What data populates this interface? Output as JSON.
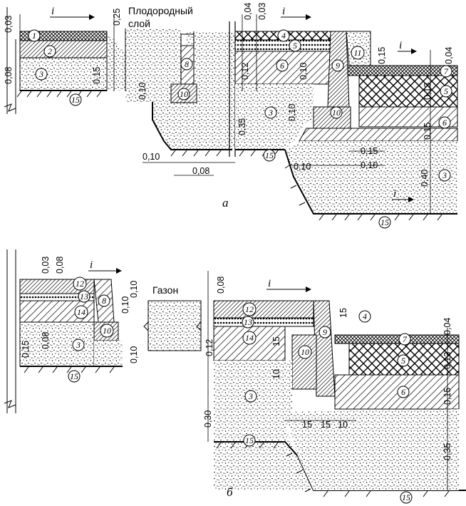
{
  "part_a": {
    "caption": "а",
    "texts": {
      "fertile_layer_line1": "Плодородный",
      "fertile_layer_line2": "слой"
    },
    "slope_label": "i",
    "dimensions": [
      "0,03",
      "0,08",
      "0,15",
      "0,25",
      "0,10",
      "0,10",
      "0,08",
      "0,04",
      "0,03",
      "0,12",
      "0,10",
      "0,35",
      "0,10",
      "0,15",
      "0,04",
      "0,13",
      "0,15",
      "0,40",
      "0,10",
      "0,15",
      "0,10"
    ],
    "callouts": [
      "1",
      "2",
      "3",
      "15",
      "8",
      "10",
      "4",
      "5",
      "6",
      "3",
      "9",
      "10",
      "15",
      "11",
      "7",
      "5",
      "6",
      "3",
      "15"
    ]
  },
  "part_b": {
    "caption": "б",
    "texts": {
      "lawn": "Газон"
    },
    "slope_label": "i",
    "dimensions": [
      "0,03",
      "0,08",
      "0,10",
      "0,10",
      "0,15",
      "0,08",
      "0,10",
      "0,08",
      "0,12",
      "15",
      "0,30",
      "15",
      "10",
      "15",
      "15",
      "10",
      "0,04",
      "0,13",
      "0,15",
      "0,35"
    ],
    "callouts": [
      "12",
      "13",
      "8",
      "14",
      "10",
      "3",
      "15",
      "12",
      "13",
      "14",
      "9",
      "4",
      "10",
      "7",
      "5",
      "3",
      "6",
      "15",
      "15"
    ]
  },
  "colors": {
    "ink": "#000000",
    "paper": "#ffffff"
  }
}
